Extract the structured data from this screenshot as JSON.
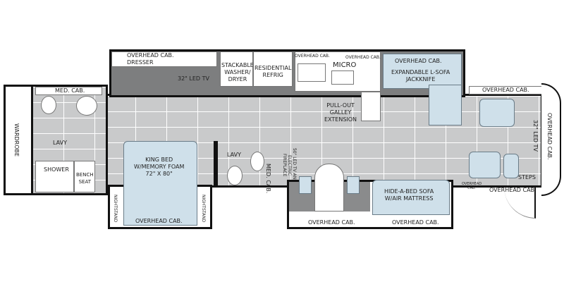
{
  "rooms": {
    "wardrobe": "WARDROBE",
    "rear_med_cab": "MED. CAB.",
    "rear_lavy": "LAVY",
    "shower": "SHOWER",
    "bench_seat": "BENCH\nSEAT",
    "king_bed": "KING BED\nW/MEMORY FOAM\n72\" X 80\"",
    "nightstand_left": "NIGHTSTAND",
    "nightstand_right": "NIGHTSTAND",
    "bedroom_overhead": "OVERHEAD CAB.",
    "dresser": "OVERHEAD CAB.\nDRESSER",
    "bedroom_tv": "32\" LED TV",
    "washer": "STACKABLE\nWASHER/\nDRYER",
    "refrig": "RESIDENTIAL\nREFRIG",
    "galley_overhead_1": "OVERHEAD CAB.",
    "galley_overhead_2": "OVERHEAD CAB.",
    "micro": "MICRO",
    "sofa_overhead": "OVERHEAD CAB.",
    "l_sofa": "EXPANDABLE L-SOFA\nJACKKNIFE",
    "galley_ext": "PULL-OUT\nGALLEY\nEXTENSION",
    "cockpit_overhead": "OVERHEAD CAB.",
    "front_tv": "32\" LED TV",
    "front_overhead": "OVERHEAD CAB.",
    "mid_lavy": "LAVY",
    "mid_med_cab": "MED. CAB.",
    "fireplace": "50\" LED TV AND\nELECTRIC\nFIREPLACE",
    "hide_a_bed": "HIDE-A-BED SOFA\nW/AIR MATTRESS",
    "slide_overhead_1": "OVERHEAD CAB.",
    "slide_overhead_2": "OVERHEAD CAB.",
    "small_overhead": "OVERHEAD\nCAB.",
    "entry_overhead": "OVERHEAD CAB.",
    "steps": "STEPS"
  }
}
